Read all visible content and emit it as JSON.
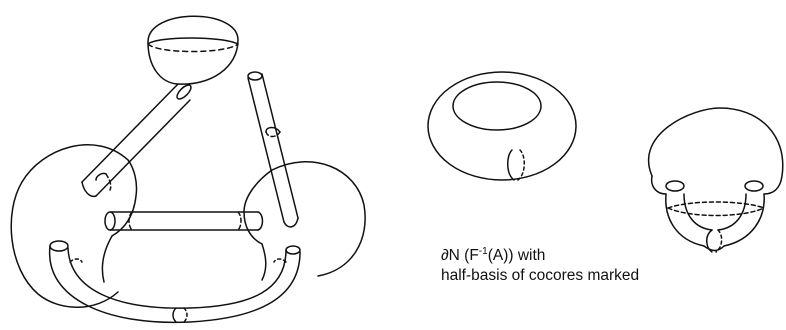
{
  "caption": {
    "line1_prefix": "∂N (F",
    "line1_superscript": "-1",
    "line1_suffix": "(A)) with",
    "line2": "half-basis of cocores marked"
  },
  "colors": {
    "ink": "#111111",
    "background": "#ffffff"
  }
}
